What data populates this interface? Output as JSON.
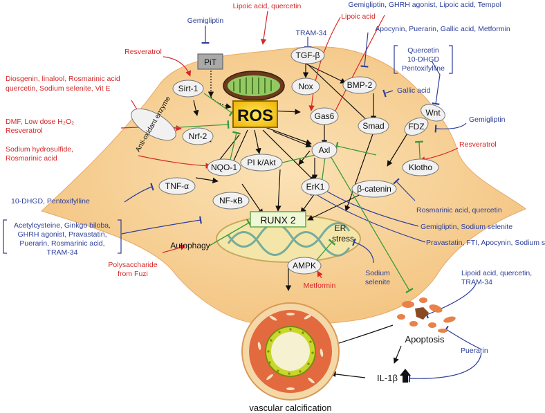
{
  "nodes": {
    "ros": "ROS",
    "pit": "PiT",
    "sirt1": "Sirt-1",
    "antioxidant": "Anti-oxidant enzyme",
    "nrf2": "Nrf-2",
    "nqo1": "NQO-1",
    "tgfb": "TGF-β",
    "nox": "Nox",
    "bmp2": "BMP-2",
    "gas6": "Gas6",
    "axl": "Axl",
    "pi3k": "PI k/Akt",
    "erk1": "ErK1",
    "smad": "Smad",
    "wnt": "Wnt",
    "fdz": "FDZ",
    "klotho": "Klotho",
    "bcatenin": "β-catenin",
    "tnfa": "TNF-α",
    "nfkb": "NF-κB",
    "runx2": "RUNX 2",
    "autophagy": "Autophagy",
    "er_stress_1": "ER",
    "er_stress_2": "stress",
    "ampk": "AMPK",
    "apoptosis": "Apoptosis",
    "il1b": "IL-1β",
    "vascular": "vascular calcification"
  },
  "labels": {
    "gemigliptin_top": "Gemigliptin",
    "lipoic_quercetin": "Lipoic acid, quercetin",
    "gemi_ghrh_top": "Gemigliptin, GHRH agonist, Lipoic acid, Tempol",
    "lipoic_acid": "Lipoic acid",
    "tram34_top": "TRAM-34",
    "apocynin_top": "Apocynin, Puerarin, Gallic acid, Metformin",
    "quercetin_box_1": "Quercetin",
    "quercetin_box_2": "10-DHGD",
    "quercetin_box_3": "Pentoxifylline",
    "resveratrol_top": "Resveratrol",
    "diosgenin_1": "Diosgenin, linalool, Rosmarinic acid",
    "diosgenin_2": "quercetin, Sodium selenite, Vit E",
    "gallic_acid": "Gallic acid",
    "gemigliptin_right": "Gemigliptin",
    "dmf_1": "DMF, Low dose H₂O₂",
    "dmf_2": "Resveratrol",
    "sodium_hs_1": "Sodium hydrosulfide,",
    "sodium_hs_2": "Rosmarinic acid",
    "resveratrol_right": "Resveratrol",
    "dhgd_left": "10-DHGD, Pentoxifylline",
    "rosmarinic_right": "Rosmarinic acid, quercetin",
    "acetyl_1": "Acetylcysteine, Ginkgo biloba,",
    "acetyl_2": "GHRH agonist, Pravastatin,",
    "acetyl_3": "Puerarin, Rosmarinic acid,",
    "acetyl_4": "TRAM-34",
    "gemi_sodium": "Gemigliptin, Sodium selenite",
    "pravastatin": "Pravastatin, FTI, Apocynin, Sodium selenite",
    "polysaccharide_1": "Polysaccharide",
    "polysaccharide_2": "from Fuzi",
    "sodium_sel_1": "Sodium",
    "sodium_sel_2": "selenite",
    "metformin": "Metformin",
    "lipoid_1": "Lipoid acid, quercetin,",
    "lipoid_2": "TRAM-34",
    "puerarin": "Puerarin"
  },
  "colors": {
    "promoter": "#d62728",
    "inhibitor": "#2c3e9a",
    "signal": "#111111",
    "protective": "#3a9a3a",
    "cell": "#f6cf94",
    "ros_box": "#f5d21a",
    "runx_box": "#eef7d6",
    "nucleus": "#f3e6a8"
  }
}
